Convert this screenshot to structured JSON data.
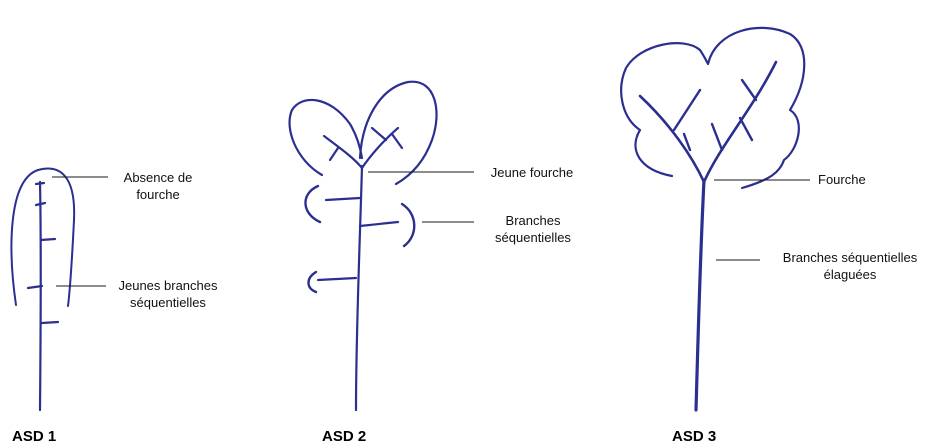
{
  "colors": {
    "ink": "#2b2f8f",
    "leader": "#1a1a1a",
    "text": "#111111"
  },
  "trees": [
    {
      "caption": "ASD 1",
      "labels": {
        "absence_line1": "Absence de",
        "absence_line2": "fourche",
        "young_line1": "Jeunes branches",
        "young_line2": "séquentielles"
      }
    },
    {
      "caption": "ASD 2",
      "labels": {
        "fork": "Jeune fourche",
        "seq_line1": "Branches",
        "seq_line2": "séquentielles"
      }
    },
    {
      "caption": "ASD 3",
      "labels": {
        "fork": "Fourche",
        "pruned_line1": "Branches séquentielles",
        "pruned_line2": "élaguées"
      }
    }
  ]
}
